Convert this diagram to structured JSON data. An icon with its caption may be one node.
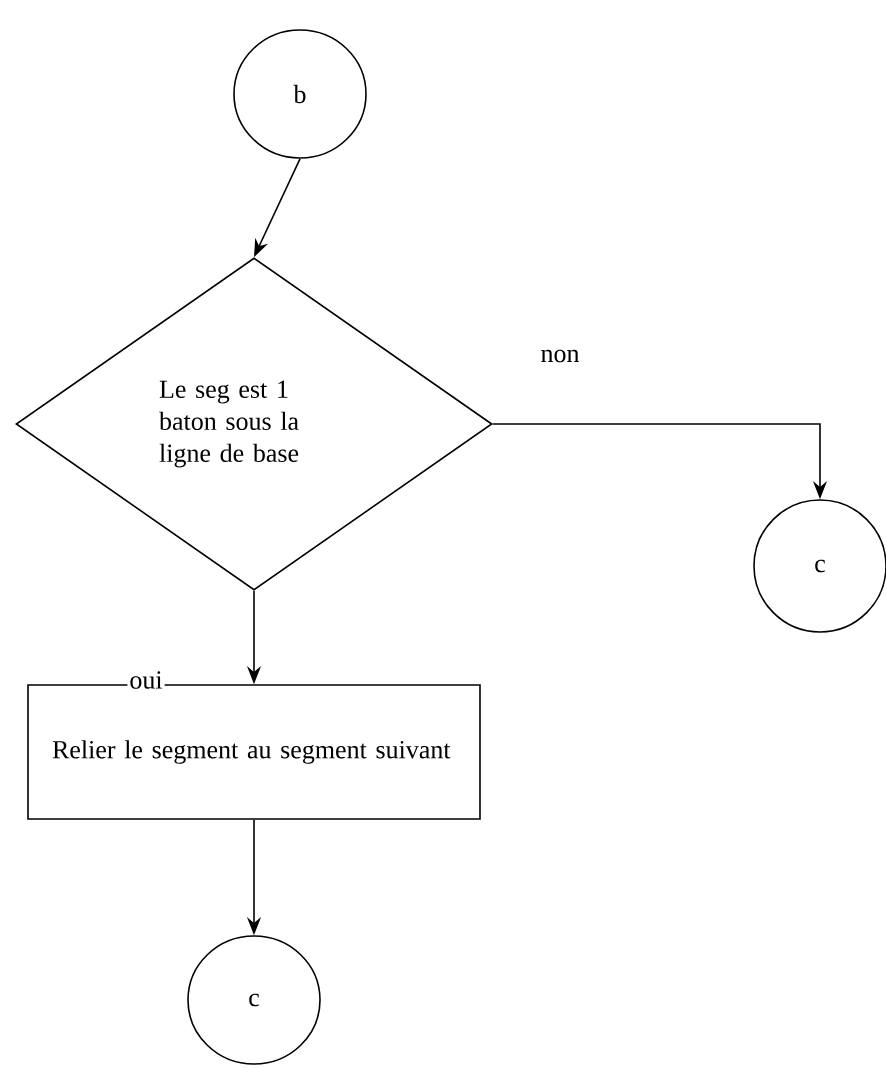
{
  "diagram": {
    "nodes": [
      {
        "text": [
          "b"
        ]
      },
      {
        "text": [
          "Le seg est 1 baton sous la ligne de base"
        ]
      },
      {
        "text": [
          "c"
        ]
      },
      {
        "text": [
          "Relier le segment au segment suivant"
        ]
      },
      {
        "text": [
          "c"
        ]
      }
    ],
    "edges": [
      {
        "from": 0,
        "to": 1,
        "arrow": "to"
      },
      {
        "from": 1,
        "to": 2,
        "arrow": "to",
        "label": "non"
      },
      {
        "from": 1,
        "to": 3,
        "arrow": "to",
        "label": "oui"
      },
      {
        "from": 3,
        "to": 4,
        "arrow": "to"
      }
    ]
  }
}
